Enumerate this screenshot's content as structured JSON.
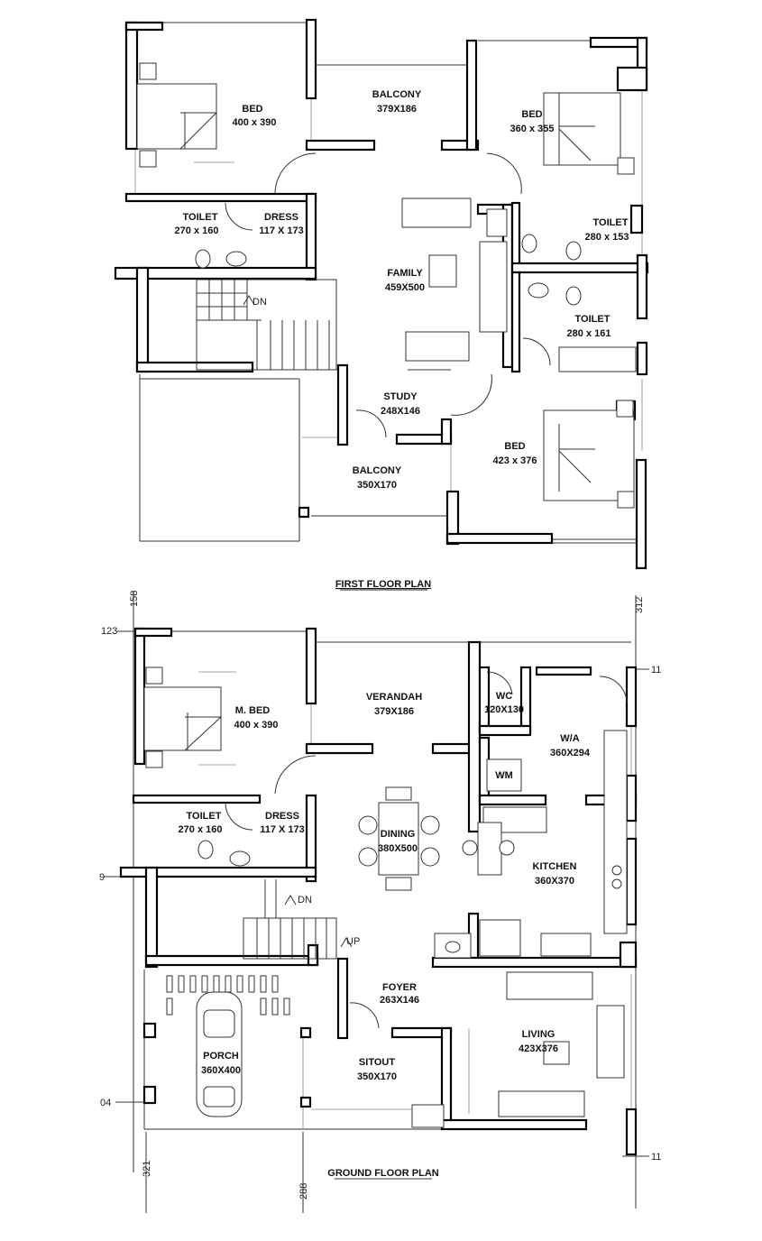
{
  "first_floor": {
    "title": "FIRST FLOOR PLAN",
    "rooms": {
      "bed_nw": {
        "name": "BED",
        "dim": "400 x 390"
      },
      "balcony_n": {
        "name": "BALCONY",
        "dim": "379X186"
      },
      "bed_ne": {
        "name": "BED",
        "dim": "360 x 355"
      },
      "toilet_w": {
        "name": "TOILET",
        "dim": "270 x 160"
      },
      "dress": {
        "name": "DRESS",
        "dim": "117 X 173"
      },
      "toilet_e1": {
        "name": "TOILET",
        "dim": "280 x 153"
      },
      "family": {
        "name": "FAMILY",
        "dim": "459X500"
      },
      "toilet_e2": {
        "name": "TOILET",
        "dim": "280 x 161"
      },
      "stair": {
        "name": "DN"
      },
      "study": {
        "name": "STUDY",
        "dim": "248X146"
      },
      "bed_se": {
        "name": "BED",
        "dim": "423 x 376"
      },
      "balcony_s": {
        "name": "BALCONY",
        "dim": "350X170"
      }
    }
  },
  "ground_floor": {
    "title": "GROUND FLOOR PLAN",
    "rooms": {
      "mbed": {
        "name": "M. BED",
        "dim": "400 x 390"
      },
      "verandah": {
        "name": "VERANDAH",
        "dim": "379X186"
      },
      "wc": {
        "name": "WC",
        "dim": "120X130"
      },
      "wa": {
        "name": "W/A",
        "dim": "360X294"
      },
      "wm": {
        "name": "WM"
      },
      "toilet": {
        "name": "TOILET",
        "dim": "270 x 160"
      },
      "dress": {
        "name": "DRESS",
        "dim": "117 X 173"
      },
      "dining": {
        "name": "DINING",
        "dim": "380X500"
      },
      "kitchen": {
        "name": "KITCHEN",
        "dim": "360X370"
      },
      "stair_dn": {
        "name": "DN"
      },
      "stair_up": {
        "name": "UP"
      },
      "foyer": {
        "name": "FOYER",
        "dim": "263X146"
      },
      "porch": {
        "name": "PORCH",
        "dim": "360X400"
      },
      "living": {
        "name": "LIVING",
        "dim": "423X376"
      },
      "sitout": {
        "name": "SITOUT",
        "dim": "350X170"
      }
    },
    "dimension_labels": {
      "top_left_vertical": "158",
      "top_left": "123",
      "top_right_vertical": "312",
      "right_top": "11",
      "left_mid": "9",
      "left_bottom": "04",
      "right_bottom": "11",
      "bottom_left_vertical": "321",
      "bottom_mid_vertical": "288"
    }
  }
}
